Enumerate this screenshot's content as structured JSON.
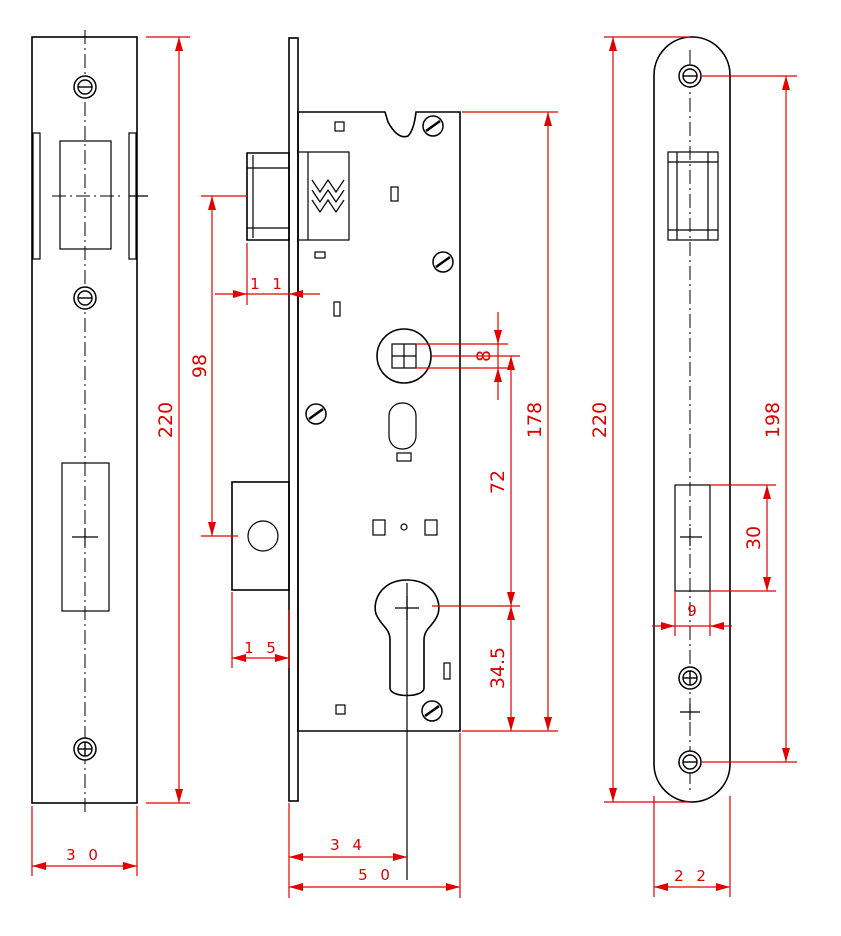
{
  "dimensions": {
    "front_plate_length": "220",
    "front_plate_width": "3 0",
    "body_height": "178",
    "backset": "3 4",
    "body_width": "5 0",
    "latch_projection": "1 1",
    "handle_to_latch": "98",
    "deadbolt_projection": "1 5",
    "spindle_square": "8",
    "handle_to_cylinder": "72",
    "cylinder_to_body_bottom": "34.5",
    "strike_length": "220",
    "strike_screw_spacing": "198",
    "strike_opening": "30",
    "strike_offset": "9",
    "strike_width": "2 2"
  },
  "colors": {
    "drawing": "#000000",
    "dimension": "#e00000",
    "background": "#ffffff"
  }
}
